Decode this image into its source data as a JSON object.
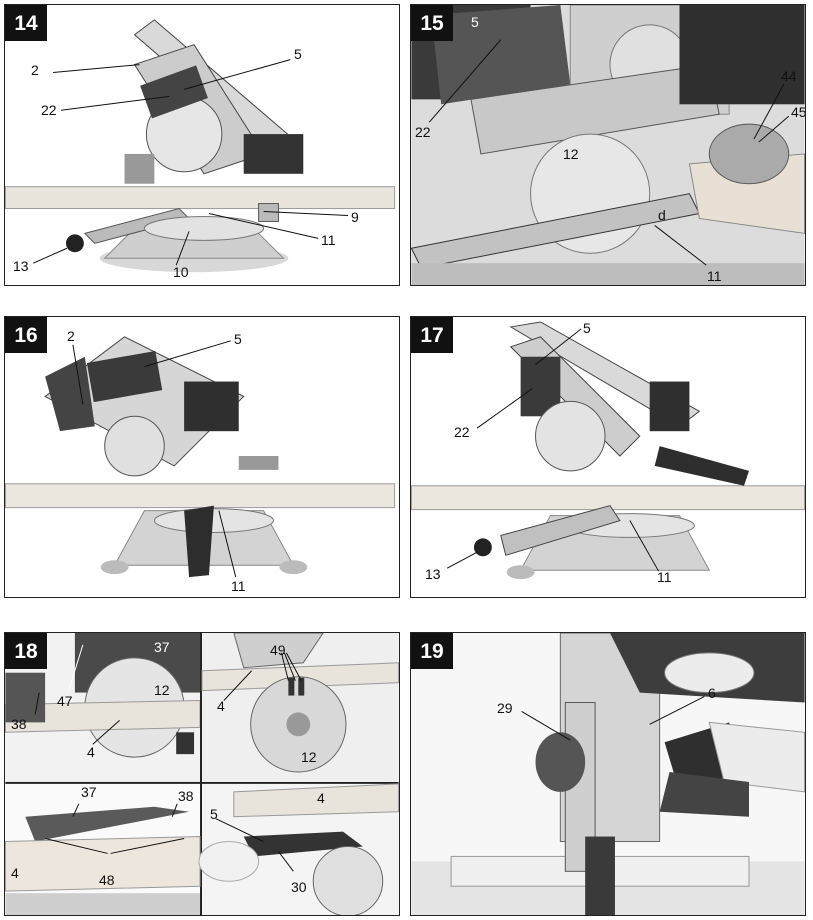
{
  "figures": [
    {
      "id": "14",
      "labels": {
        "l2": "2",
        "l5": "5",
        "l22": "22",
        "l9": "9",
        "l11": "11",
        "l13": "13",
        "l10": "10"
      }
    },
    {
      "id": "15",
      "labels": {
        "l5": "5",
        "l44": "44",
        "l45": "45",
        "l22": "22",
        "l12": "12",
        "ld": "d",
        "l11": "11"
      }
    },
    {
      "id": "16",
      "labels": {
        "l2": "2",
        "l5": "5",
        "l11": "11"
      }
    },
    {
      "id": "17",
      "labels": {
        "l5": "5",
        "l22": "22",
        "l13": "13",
        "l11": "11"
      }
    },
    {
      "id": "18",
      "labels": {
        "l37a": "37",
        "l12a": "12",
        "l47": "47",
        "l38a": "38",
        "l4a": "4",
        "l49": "49",
        "l4b": "4",
        "l12b": "12",
        "l37b": "37",
        "l38b": "38",
        "l4c": "4",
        "l48": "48",
        "l4d": "4",
        "l5": "5",
        "l30": "30"
      }
    },
    {
      "id": "19",
      "labels": {
        "l29": "29",
        "l6": "6"
      }
    }
  ]
}
